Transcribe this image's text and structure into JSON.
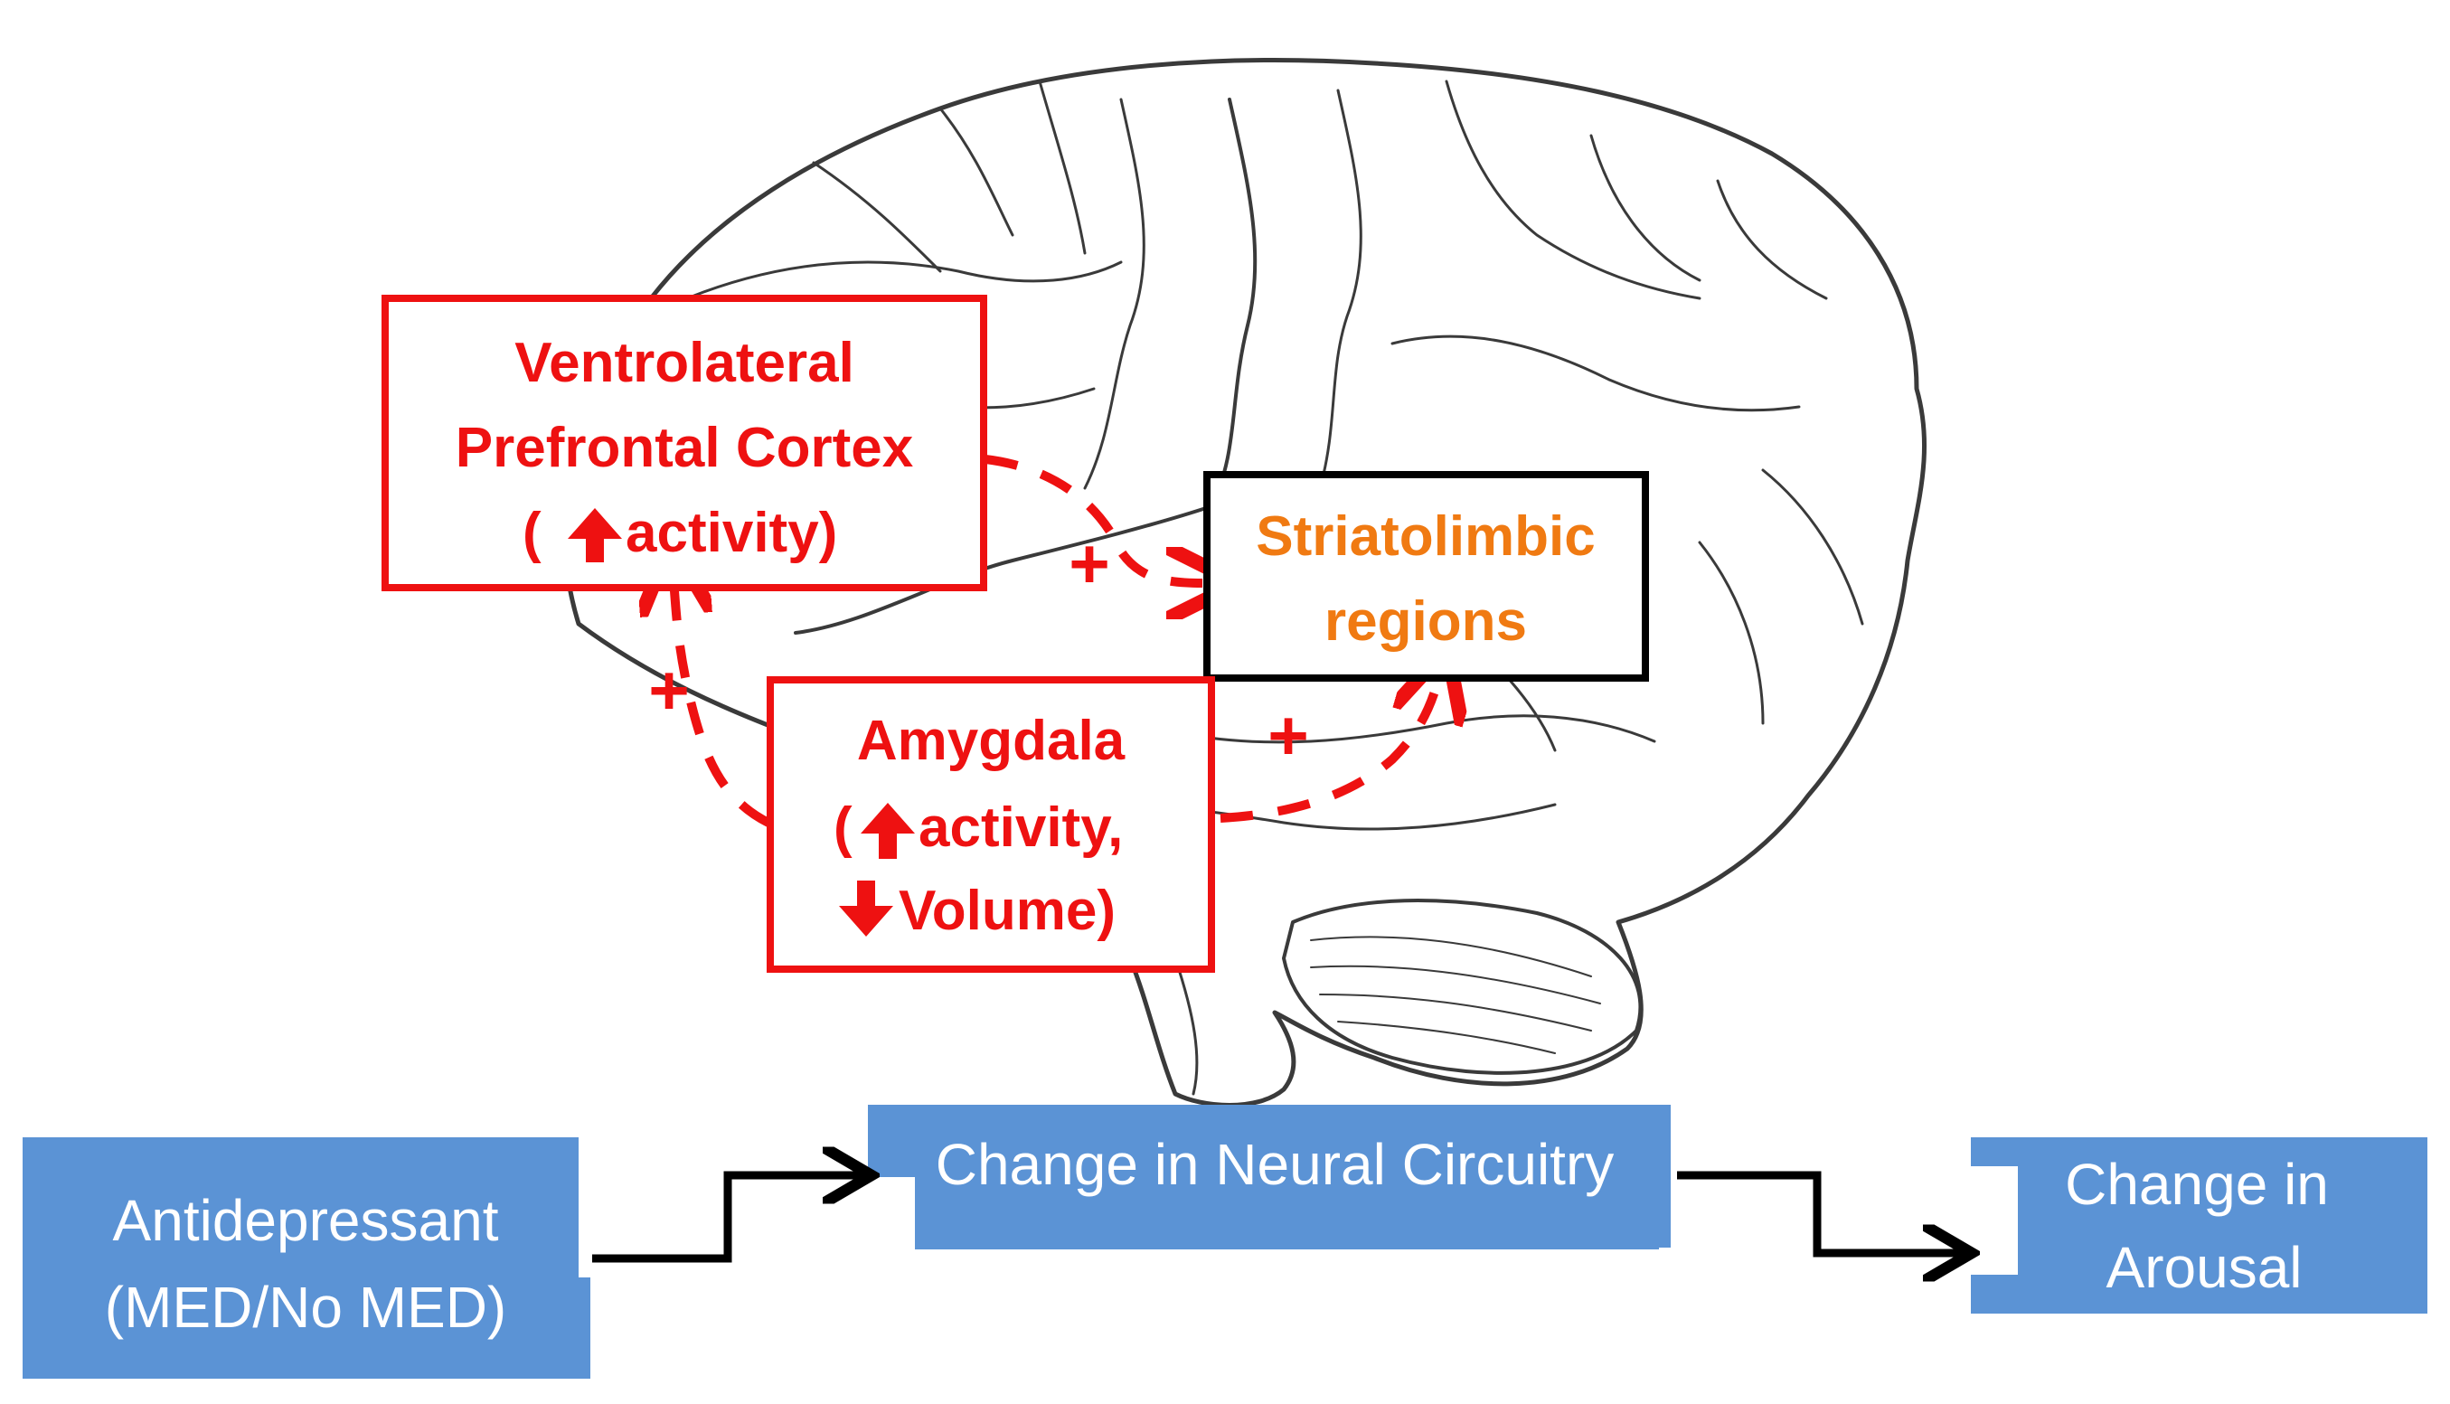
{
  "regions": {
    "vlpfc": {
      "line1": "Ventrolateral",
      "line2": "Prefrontal Cortex",
      "line3": "activity)",
      "line3_prefix": "("
    },
    "striatolimbic": {
      "line1": "Striatolimbic",
      "line2": "regions"
    },
    "amygdala": {
      "line1": "Amygdala",
      "line2": "activity,",
      "line2_prefix": "(",
      "line3": "Volume)"
    }
  },
  "signs": {
    "plus": "+"
  },
  "flow": {
    "antidepressant": {
      "line1": "Antidepressant",
      "line2": "(MED/No MED)"
    },
    "neural": {
      "line1": "Change in Neural Circuitry"
    },
    "arousal": {
      "line1": "Change in",
      "line2": "Arousal"
    }
  },
  "colors": {
    "red": "#ee1111",
    "orange": "#f07a12",
    "blue_box": "#5b93d5",
    "black": "#000000"
  }
}
